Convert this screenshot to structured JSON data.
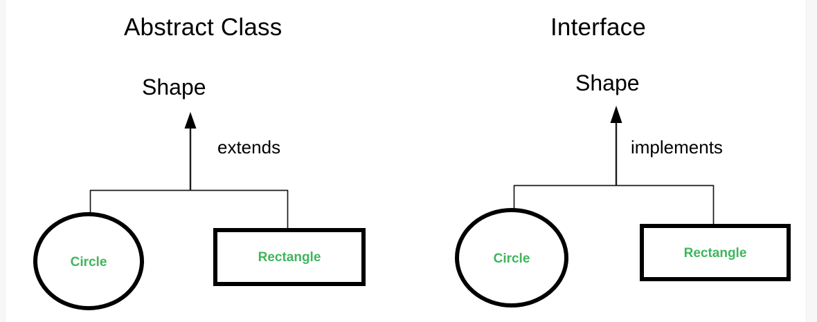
{
  "diagram": {
    "type": "uml-inheritance-comparison",
    "background_color": "#ffffff",
    "node_label_color": "#3fb55c",
    "line_color": "#000000",
    "panels": [
      {
        "id": "abstract-class",
        "title": "Abstract Class",
        "root": {
          "label": "Shape",
          "style": "plain-text"
        },
        "relation": {
          "label": "extends",
          "arrow": "hollow-stem-solid-head-up"
        },
        "children": [
          {
            "id": "circle",
            "label": "Circle",
            "shape": "circle"
          },
          {
            "id": "rectangle",
            "label": "Rectangle",
            "shape": "rectangle"
          }
        ]
      },
      {
        "id": "interface",
        "title": "Interface",
        "root": {
          "label": "Shape",
          "style": "plain-text"
        },
        "relation": {
          "label": "implements",
          "arrow": "hollow-stem-solid-head-up"
        },
        "children": [
          {
            "id": "circle",
            "label": "Circle",
            "shape": "circle"
          },
          {
            "id": "rectangle",
            "label": "Rectangle",
            "shape": "rectangle"
          }
        ]
      }
    ]
  }
}
